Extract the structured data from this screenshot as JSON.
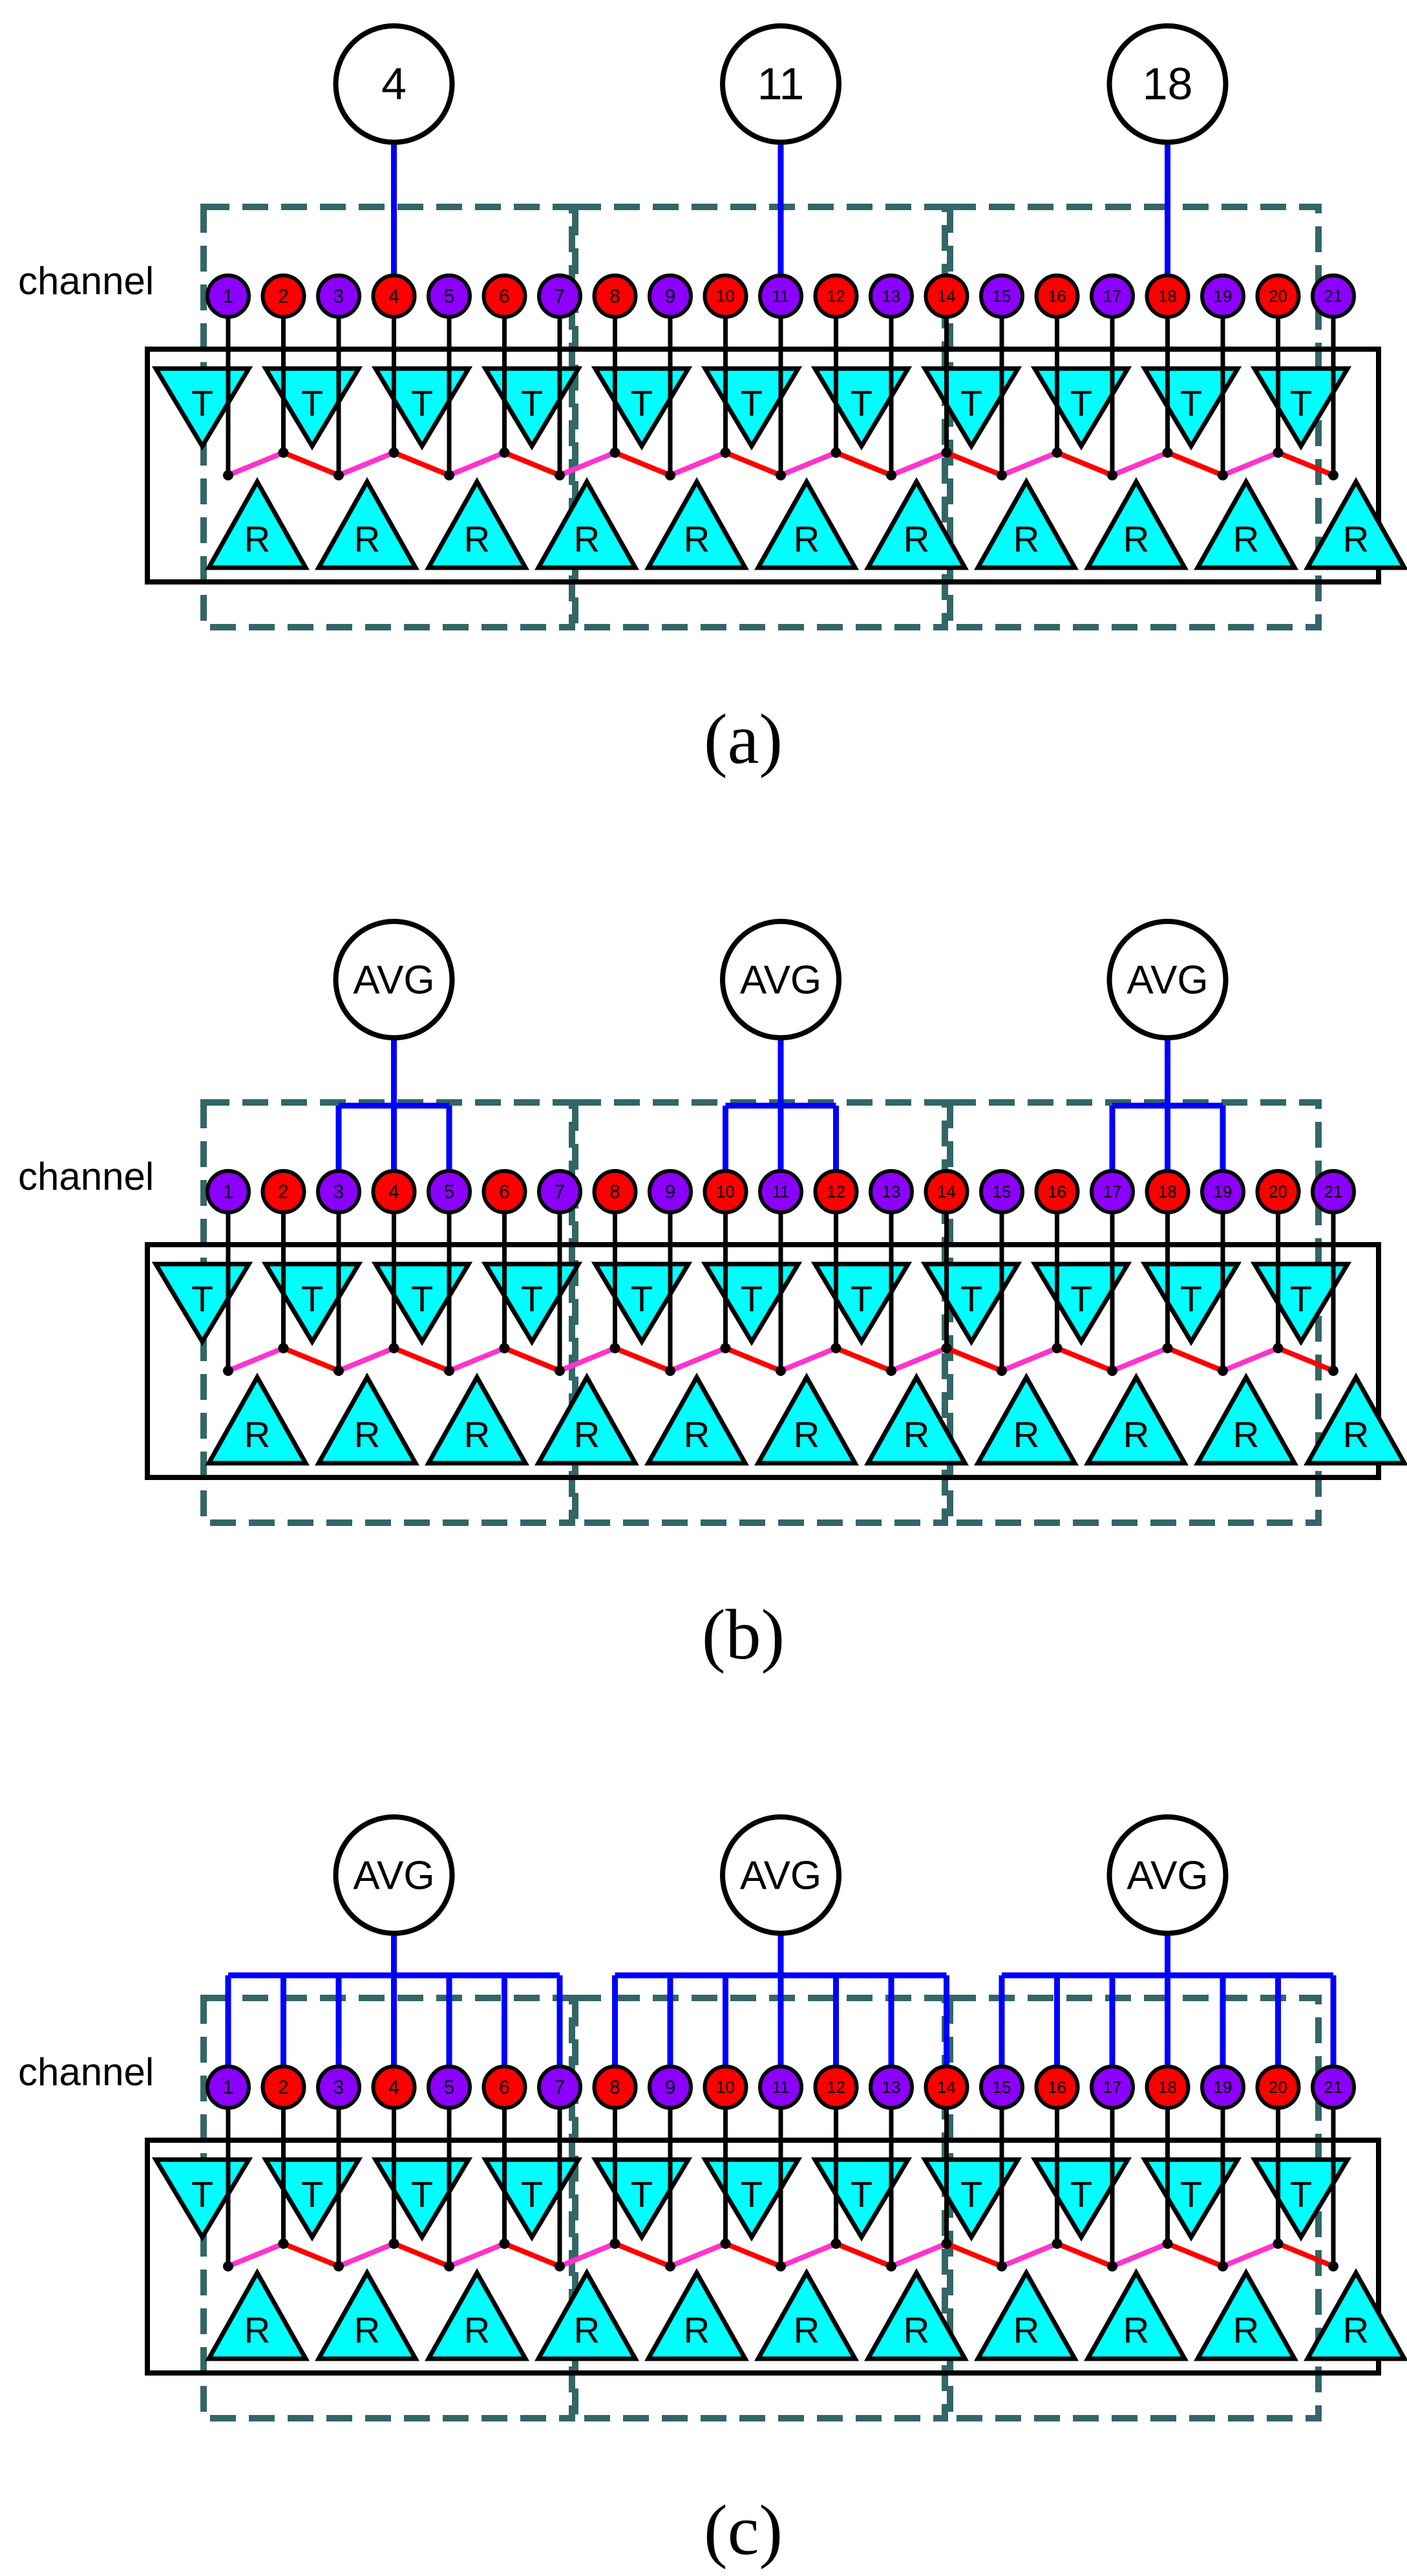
{
  "channel_label": "channel",
  "colors": {
    "odd_channel": "#8b00ff",
    "even_channel": "#ff0000",
    "triangle_fill": "#00ffff",
    "bus_line": "#0000ff",
    "group_box": "#336666",
    "zigzag_odd": "#ff33cc",
    "zigzag_even": "#ff0000"
  },
  "channels": [
    "1",
    "2",
    "3",
    "4",
    "5",
    "6",
    "7",
    "8",
    "9",
    "10",
    "11",
    "12",
    "13",
    "14",
    "15",
    "16",
    "17",
    "18",
    "19",
    "20",
    "21"
  ],
  "transmit_label": "T",
  "receive_label": "R",
  "panels": [
    {
      "caption": "(a)",
      "groups": [
        {
          "node_label": "4",
          "connected_channels": [
            4
          ]
        },
        {
          "node_label": "11",
          "connected_channels": [
            11
          ]
        },
        {
          "node_label": "18",
          "connected_channels": [
            18
          ]
        }
      ]
    },
    {
      "caption": "(b)",
      "groups": [
        {
          "node_label": "AVG",
          "connected_channels": [
            3,
            4,
            5
          ]
        },
        {
          "node_label": "AVG",
          "connected_channels": [
            10,
            11,
            12
          ]
        },
        {
          "node_label": "AVG",
          "connected_channels": [
            17,
            18,
            19
          ]
        }
      ]
    },
    {
      "caption": "(c)",
      "groups": [
        {
          "node_label": "AVG",
          "connected_channels": [
            1,
            2,
            3,
            4,
            5,
            6,
            7
          ]
        },
        {
          "node_label": "AVG",
          "connected_channels": [
            8,
            9,
            10,
            11,
            12,
            13,
            14
          ]
        },
        {
          "node_label": "AVG",
          "connected_channels": [
            15,
            16,
            17,
            18,
            19,
            20,
            21
          ]
        }
      ]
    }
  ]
}
